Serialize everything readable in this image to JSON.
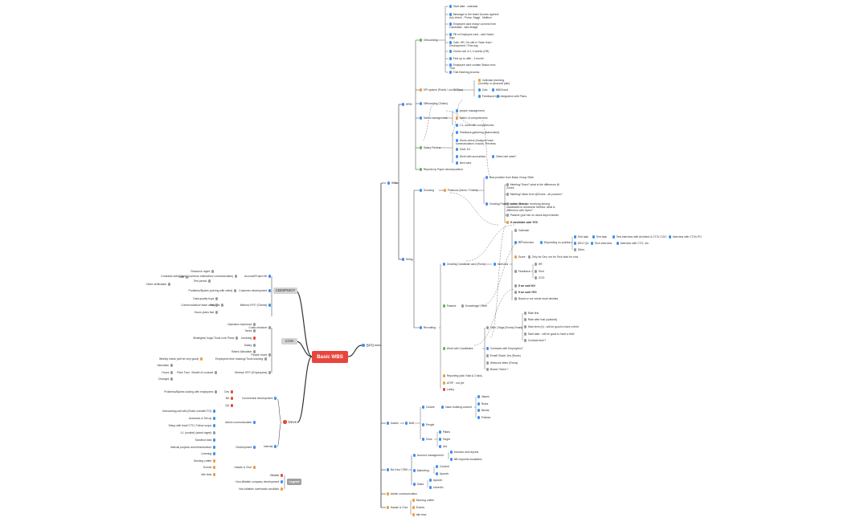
{
  "root": {
    "label": "Basic WBS"
  },
  "bpo": {
    "label": "BPO",
    "hrm": {
      "label": "HRM",
      "hrm_sub": {
        "label": "HRM",
        "onboarding": {
          "label": "Onboarding",
          "items": [
            "Start date - calendar",
            "Message to the team/ Access agreed/ Any check - Poma, Saggi - Mailbox",
            "Employee card ready/ connect from Candidate - add detage",
            "Fill in Employee card - add Vlado/ Algo",
            "Cafe, HR, On-site in Team lead / Development / First day",
            "Check call, in 1-3 weeks (HR)",
            "First up to offer - 3 month",
            "Employee card contain Status from Trial",
            "Trial finishing process"
          ]
        },
        "kpi": {
          "label": "KPI system (Public / out-BOSpa)",
          "items": [
            "Calendar planning (monthly or personal plan)",
            "Calc",
            "Feedback form",
            "Integration with Plans"
          ],
          "mbo": "MBO/card"
        },
        "offboarding": {
          "label": "Offboarding (Trafax)"
        },
        "talent": {
          "label": "Talent management",
          "items": [
            "people management",
            "Matrix of competencies",
            "1:1, work with competencies"
          ]
        },
        "salary": {
          "label": "Salary Review",
          "items": [
            "Feedback gathering (team/client)",
            "Hours check (Analyze/ track summarization/ crucial)- Reviews",
            "Total: KV",
            "Work with accountant",
            "Next card"
          ],
          "client_rate": "Client rate raise?"
        },
        "reports": {
          "label": "Reports by Paper decomposition"
        }
      },
      "hiring": {
        "label": "Hiring",
        "sourcing": {
          "label": "Sourcing",
          "positions": "Positions (Items / Folder)",
          "new_position": "New position from Basic Group Slide",
          "creating": "Creating Position cards (Roms)",
          "items": [
            "Meeting/ Team? what is the difference @ Zones",
            "Meeting/ Ideas from @Zones - all process?",
            "Active hires are receiving among candidates to decisions/ Metrics: what is difference with Open?",
            "Passive (pull info on about days linkedin",
            "If candidate said YES"
          ]
        },
        "recruiting": {
          "label": "Recruiting",
          "creating_card": "Creating Candidate card (Roms)",
          "interview": "Interview",
          "calendar": "Calendar",
          "hr_interview": "HR interview",
          "depending": "Depending on position",
          "tech_test": "Test task",
          "test_task": "Test task",
          "tech_interview": "Test interview with Architect & CTO/ COO",
          "cto_interview": "Interview with CTOs PO",
          "dev_qa": "DEV/ QA",
          "tech_interview2": "Tech interview",
          "interview_cto": "Interview with CTO, etc.",
          "other": "Other",
          "score": "Score",
          "score_note": "Only for Dev, not for Tech lead for now",
          "feedback": "Feedback",
          "fb_items": [
            "HR",
            "Tech",
            "COO"
          ],
          "said_no": "If we said NO",
          "said_yes": "If we said YES",
          "board": "Board or our whole must decides",
          "passive": "Passive",
          "knowledge": "Knowledge/ Other",
          "work_candidates": "Work with Candidates",
          "offer": "Offer (Taiga (Roms) Email)",
          "offer_items": [
            "Rate first",
            "Rate after trial (optional)",
            "Start term (h) - will be good to have a field",
            "Start date - will be good to have a field",
            "Contract term?"
          ],
          "contracts": "Contracts with Employees?",
          "email": "Email/ Slack/ Jira (Roms)",
          "welcome": "Welcome letter (Roms)",
          "board_need": "Board / Need ?",
          "reporting": "Reporting (ask Yulia & Crisis)",
          "atsp": "aTSP - not yet",
          "lobby": "Lobby"
        }
      }
    },
    "kaizen": {
      "label": "Kaizen",
      "bnb": "BnB",
      "culture": "Culture",
      "value_content": "Value building content",
      "values": [
        "Values",
        "Rules",
        "Needs",
        "Policies"
      ],
      "people": "People",
      "tools": "Tools",
      "tools_items": [
        "Pillars",
        "Target",
        "Jira"
      ]
    },
    "biz": {
      "label": "Biz Dev/ CRM",
      "account": "Account management",
      "account_items": [
        "Invoices and reports",
        "NB requests escalation"
      ],
      "marketing": "Marketing",
      "marketing_items": [
        "Content",
        "Upwork"
      ],
      "sales": "Sales",
      "sales_items": [
        "Upwork",
        "LinkedIn"
      ]
    },
    "admin_comm": "Admin communication",
    "hassle": {
      "label": "Hassle & Chor",
      "items": [
        "Morning coffee",
        "Events",
        "Idle time"
      ]
    }
  },
  "left": {
    "cbm": {
      "label": "CBM/PMO?",
      "account": "Account/Project lifr",
      "contracts": "Contracts with Clients (common estimation/ communication)",
      "con_items": [
        "Resource mgmt",
        "Rate",
        "Test period",
        "Client verification"
      ],
      "customer": "Customer development",
      "problems": "Problems/Bycles (solving with client)",
      "metrics": "Metrics/ KPI? (Clients)",
      "reports": "Reports",
      "rep_items": [
        "Data quality buys",
        "Communication/ team work",
        "Hours plans fact"
      ]
    },
    "coo": {
      "label": "COO",
      "costs": "Costs structure",
      "costs_items": [
        "Operation expenses",
        "Taxes"
      ],
      "people_hours": "People hours",
      "ph_items": [
        "Invoicing",
        "Salary",
        "Rates/ Allocation"
      ],
      "strategies": "Strategies/ hugs/ Tools core Plans",
      "emp_time": "Employees time tracking/ Tools tracking",
      "weekly": "Weekly check (will be very good)",
      "metrics": "Metrics/ KPI? (Employees)",
      "mtx_items": [
        "Allocation",
        "Hours",
        "Changes"
      ],
      "fact": "Plan/ Fact - Breath of contract"
    },
    "devs": {
      "label": "Devs",
      "commercial": "Commercial development",
      "commercial_items": [
        "Dev",
        "BA",
        "QA"
      ],
      "problems": "Problems/Bycles solving with employees",
      "internal": "Internal",
      "admin": "Admin communication",
      "admin_items": [
        "Onboarding call with (Roles overall/CTO)",
        "Accesses & Set up",
        "Setup with lead/ CTO, Follow scope",
        "1:1 (routine) (stand mgmt)"
      ],
      "development": "Development",
      "dev_items": [
        "Sandbox task",
        "Internal projects and infrastructure",
        "Learning"
      ],
      "hassle": "Hassle & Chor",
      "hassle_items": [
        "Morning coffee",
        "Events",
        "Idle time"
      ]
    },
    "legend": {
      "label": "Legend",
      "items": [
        "Billable",
        "Non-billable/ company development",
        "Non-billable/ overheads condition"
      ]
    }
  },
  "colors": {
    "root": "#e8463c",
    "blue": "#3b8ff0",
    "green": "#58b85b",
    "orange": "#f29a3c",
    "red": "#e8463c",
    "branch": "#333333"
  }
}
